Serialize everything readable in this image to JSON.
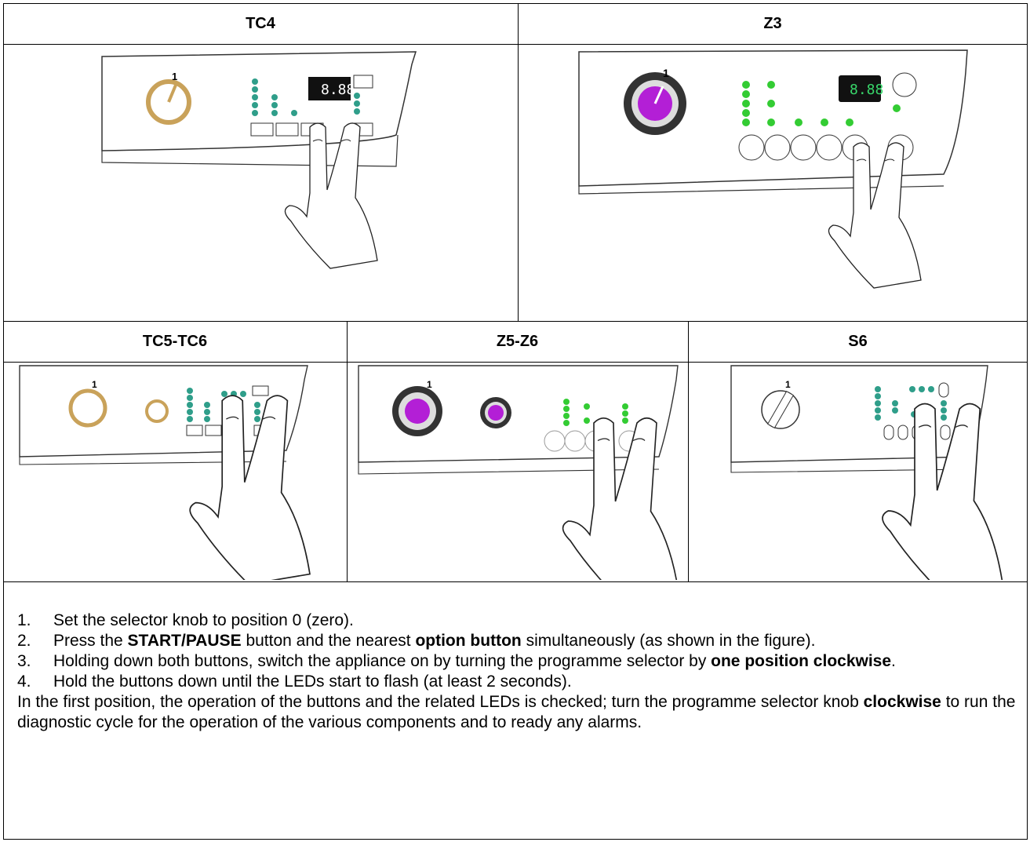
{
  "panels": {
    "tc4": {
      "title": "TC4",
      "display": "8.88",
      "knob_position": "1"
    },
    "z3": {
      "title": "Z3",
      "display": "8.88",
      "knob_position": "1"
    },
    "tc5_tc6": {
      "title": "TC5-TC6",
      "knob_position": "1"
    },
    "z5_z6": {
      "title": "Z5-Z6",
      "knob_position": "1"
    },
    "s6": {
      "title": "S6",
      "knob_position": "1"
    }
  },
  "colors": {
    "led_teal": "#2f9e8a",
    "led_green": "#33cc33",
    "knob_gold": "#c9a25a",
    "knob_purple": "#b31fd6",
    "display_green": "#38d66a"
  },
  "steps": [
    {
      "num": "1.",
      "parts": [
        "Set the selector knob to position 0 (zero).",
        "",
        "",
        "",
        ""
      ]
    },
    {
      "num": "2.",
      "parts": [
        "Press the ",
        "START/PAUSE",
        " button and the nearest ",
        "option button",
        " simultaneously (as shown in the figure)."
      ]
    },
    {
      "num": "3.",
      "parts": [
        "Holding down both buttons, switch the appliance on by turning the programme selector by ",
        "one position clockwise",
        ".",
        "",
        ""
      ]
    },
    {
      "num": "4.",
      "parts": [
        "Hold the buttons down until the LEDs start to flash (at least 2 seconds).",
        "",
        "",
        "",
        ""
      ]
    }
  ],
  "paragraph": {
    "before": "In the first position, the operation of the buttons and the related LEDs is checked; turn the programme selector knob ",
    "bold": "clockwise",
    "after": " to run the diagnostic cycle for the operation of the various components and to ready any alarms."
  }
}
